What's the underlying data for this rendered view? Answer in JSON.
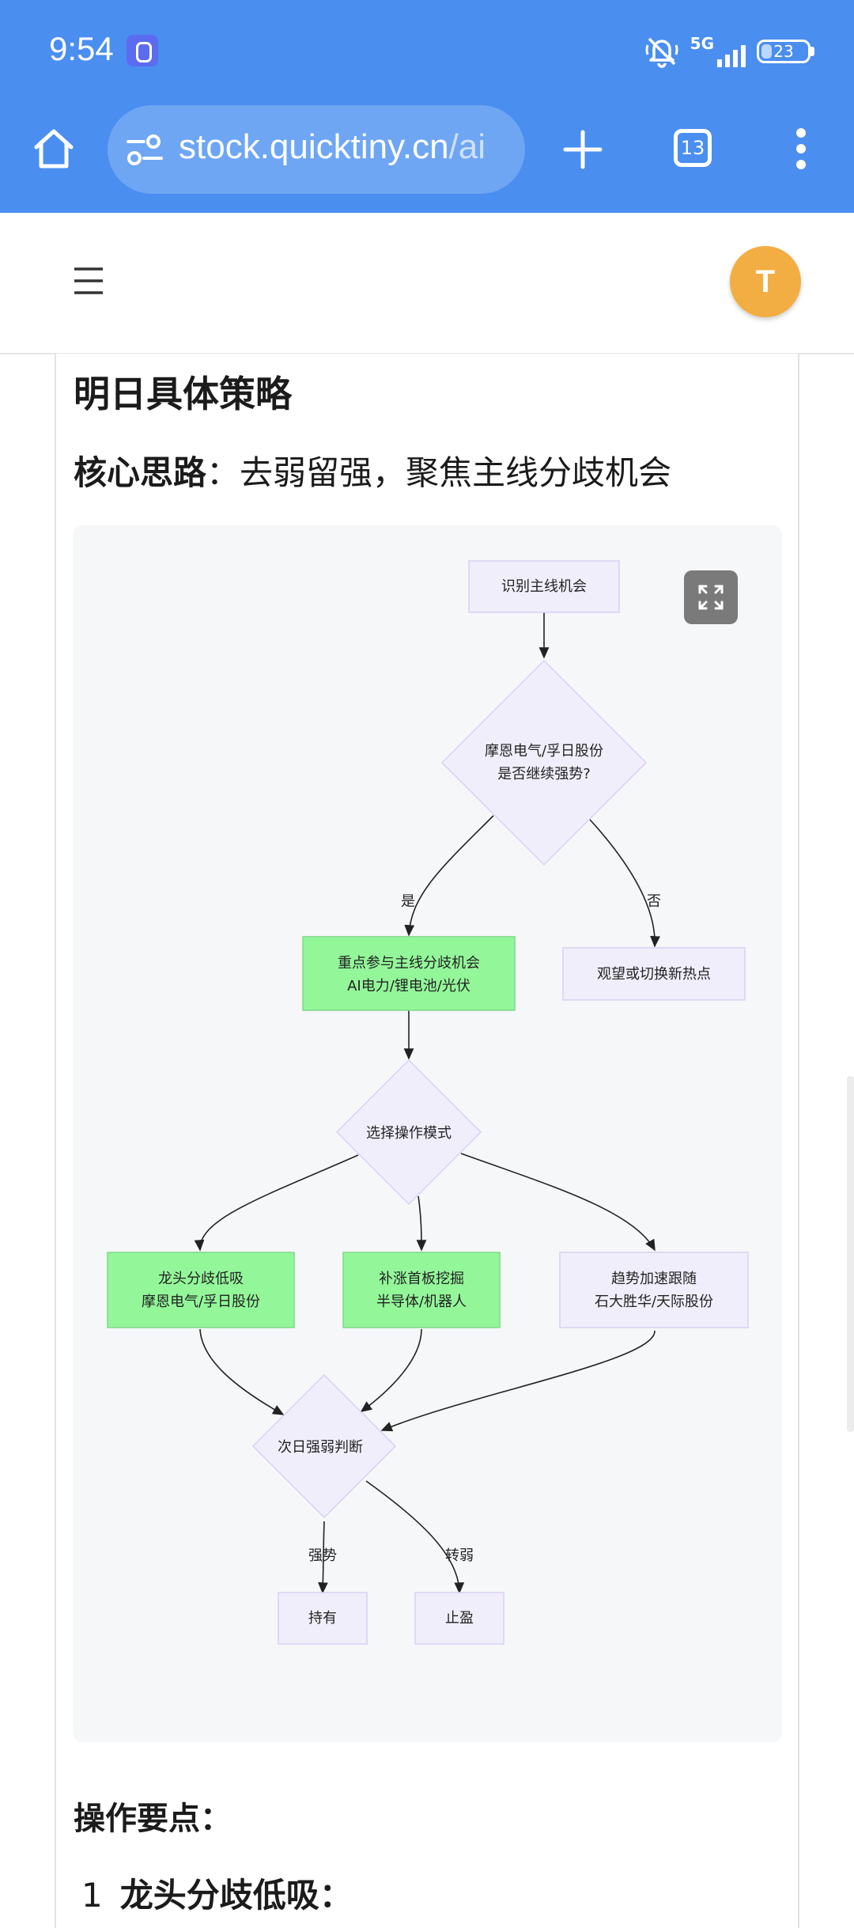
{
  "status_bar": {
    "time": "9:54",
    "network": "5G",
    "battery": "23",
    "battery_level": 0.23,
    "icons": [
      "app-notification-icon",
      "bell-off-icon",
      "signal-icon",
      "battery-icon"
    ]
  },
  "browser": {
    "url_main": "stock.quicktiny.cn",
    "url_path": "/ai",
    "tab_count": "13",
    "icons": [
      "home-icon",
      "site-settings-icon",
      "plus-icon",
      "tab-switcher-icon",
      "more-vert-icon"
    ]
  },
  "site_header": {
    "avatar_letter": "T",
    "icons": [
      "hamburger-menu-icon"
    ],
    "colors": {
      "avatar": "#f2ae42",
      "toolbar": "#4a8ef0"
    }
  },
  "article": {
    "title": "明日具体策略",
    "core_label": "核心思路",
    "core_text": "：去弱留强，聚焦主线分歧机会",
    "ops_heading": "操作要点：",
    "list_number": "1",
    "list_item_title": "龙头分歧低吸",
    "list_item_suffix": "："
  },
  "flowchart": {
    "nodes": {
      "start": "识别主线机会",
      "decision1_line1": "摩恩电气/孚日股份",
      "decision1_line2": "是否继续强势?",
      "focus_line1": "重点参与主线分歧机会",
      "focus_line2": "AI电力/锂电池/光伏",
      "wait": "观望或切换新热点",
      "mode": "选择操作模式",
      "dip_line1": "龙头分歧低吸",
      "dip_line2": "摩恩电气/孚日股份",
      "first_line1": "补涨首板挖掘",
      "first_line2": "半导体/机器人",
      "trend_line1": "趋势加速跟随",
      "trend_line2": "石大胜华/天际股份",
      "judge": "次日强弱判断",
      "hold": "持有",
      "take_profit": "止盈"
    },
    "edges": {
      "yes": "是",
      "no": "否",
      "strong": "强势",
      "weak": "转弱"
    },
    "colors": {
      "default_fill": "#f1eefc",
      "default_stroke": "#d8d0f2",
      "green_fill": "#93f79a",
      "green_stroke": "#7fd887"
    },
    "icons": [
      "fullscreen-expand-icon"
    ]
  }
}
